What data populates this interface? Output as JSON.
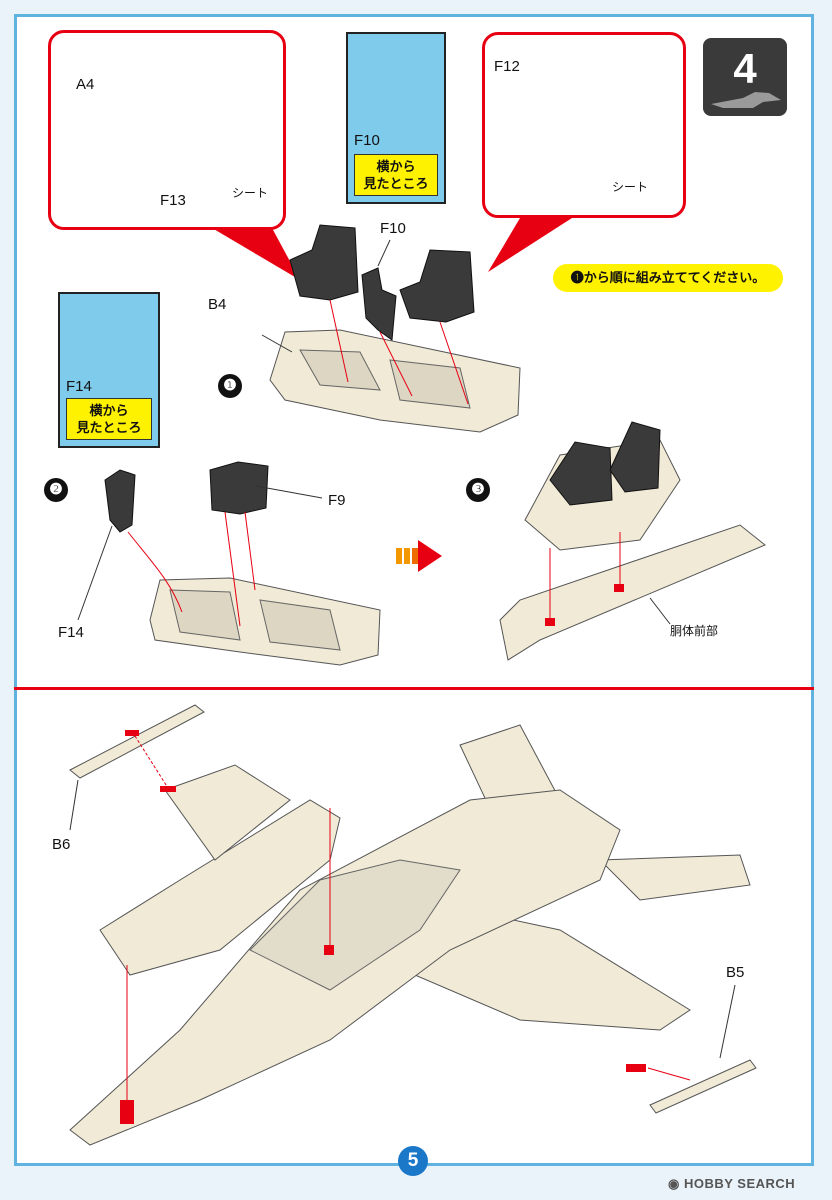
{
  "step": {
    "number": "4"
  },
  "note": "❶から順に組み立ててください。",
  "callouts": {
    "left": {
      "part_a4": "A4",
      "part_f13": "F13",
      "seat": "シート"
    },
    "right": {
      "part_f12": "F12",
      "seat": "シート"
    }
  },
  "side_views": {
    "top": {
      "part": "F10",
      "label_line1": "横から",
      "label_line2": "見たところ"
    },
    "left": {
      "part": "F14",
      "label_line1": "横から",
      "label_line2": "見たところ"
    }
  },
  "substep1": {
    "number": "❶",
    "part_b4": "B4",
    "part_f10": "F10"
  },
  "substep2": {
    "number": "❷",
    "part_f9": "F9",
    "part_f14": "F14"
  },
  "substep3": {
    "number": "❸",
    "fuselage_label": "胴体前部"
  },
  "lower": {
    "part_b6": "B6",
    "part_b5": "B5"
  },
  "page_number": "5",
  "watermark": "HOBBY SEARCH",
  "colors": {
    "accent_red": "#e60012",
    "frame_blue": "#5fb3de",
    "side_blue": "#7ecbec",
    "note_yellow": "#fff200"
  }
}
